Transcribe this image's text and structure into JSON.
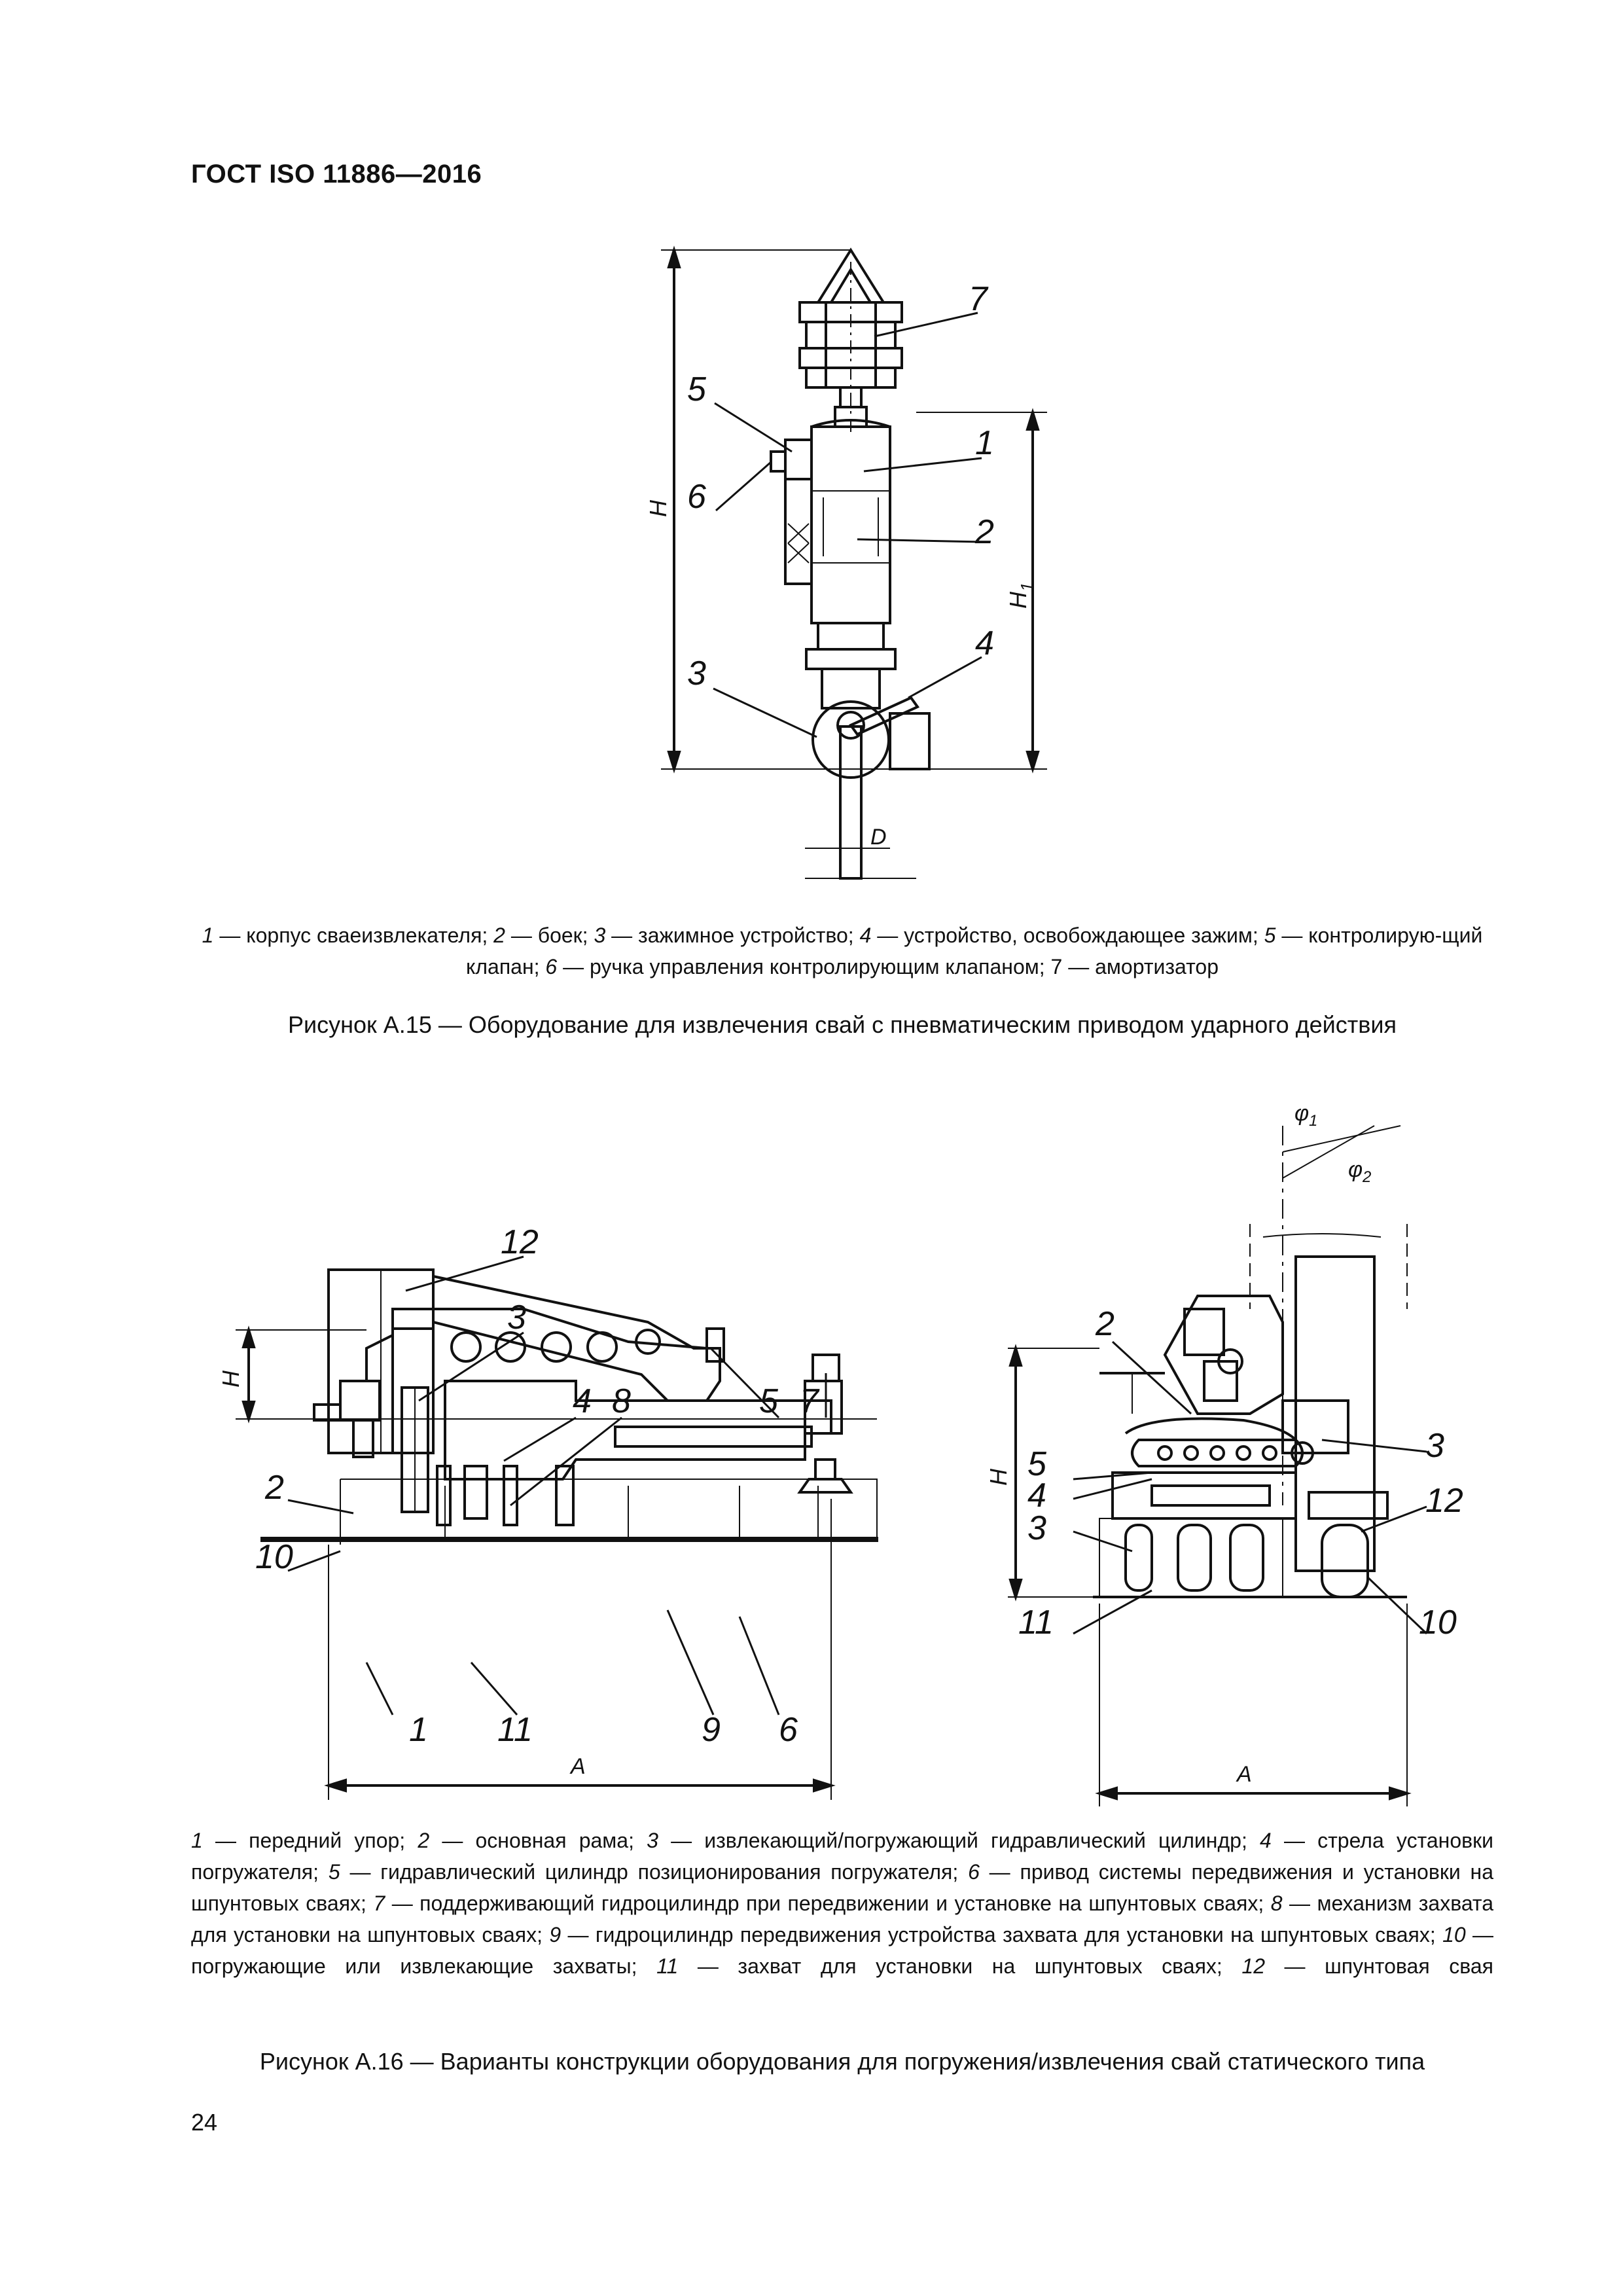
{
  "header": {
    "standard": "ГОСТ ISO 11886—2016"
  },
  "figure_a15": {
    "labels": [
      "1",
      "2",
      "3",
      "4",
      "5",
      "6",
      "7"
    ],
    "dimensions": {
      "h": "H",
      "h1": "H",
      "h1_sub": "1",
      "d": "D"
    },
    "legend": [
      {
        "num": "1",
        "text": " — корпус сваеизвлекателя; "
      },
      {
        "num": "2",
        "text": " — боек; "
      },
      {
        "num": "3",
        "text": " — зажимное устройство; "
      },
      {
        "num": "4",
        "text": " — устройство, освобождающее зажим; "
      },
      {
        "num": "5",
        "text": " — контролирую-щий клапан; "
      },
      {
        "num": "6",
        "text": " — ручка управления контролирующим клапаном; 7 — амортизатор"
      }
    ],
    "title": "Рисунок А.15 — Оборудование для извлечения свай с пневматическим приводом ударного действия"
  },
  "figure_a16": {
    "left_labels": [
      "12",
      "3",
      "4",
      "8",
      "5",
      "7",
      "2",
      "10",
      "1",
      "11",
      "9",
      "6"
    ],
    "right_labels": [
      "2",
      "3",
      "5",
      "4",
      "3",
      "12",
      "11",
      "10"
    ],
    "dimensions": {
      "h_left": "H",
      "a_left": "A",
      "h_right": "H",
      "a_right": "A",
      "phi1": "φ",
      "phi1_sub": "1",
      "phi2": "φ",
      "phi2_sub": "2"
    },
    "legend": [
      {
        "num": "1",
        "text": " — передний упор; "
      },
      {
        "num": "2",
        "text": " — основная рама; "
      },
      {
        "num": "3",
        "text": " — извлекающий/погружающий гидравлический цилиндр; "
      },
      {
        "num": "4",
        "text": " — стрела установки погружателя; "
      },
      {
        "num": "5",
        "text": " — гидравлический цилиндр позиционирования погружателя; "
      },
      {
        "num": "6",
        "text": " — привод системы передвижения и установки на шпунтовых сваях; "
      },
      {
        "num": "7",
        "text": " — поддерживающий гидроцилиндр при передвижении и установке на шпунтовых сваях; "
      },
      {
        "num": "8",
        "text": " — механизм захвата для установки на шпунтовых сваях; "
      },
      {
        "num": "9",
        "text": " — гидроцилиндр передвижения устройства захвата для установки на шпунтовых сваях; "
      },
      {
        "num": "10",
        "text": " — погружающие или извлекающие захваты; "
      },
      {
        "num": "11",
        "text": " — захват для установки на шпунтовых сваях; "
      },
      {
        "num": "12",
        "text": " — шпунтовая свая"
      }
    ],
    "title": "Рисунок А.16 — Варианты конструкции оборудования для погружения/извлечения свай статического типа"
  },
  "footer": {
    "page_number": "24"
  }
}
